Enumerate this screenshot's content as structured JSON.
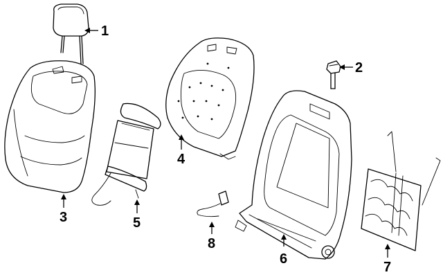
{
  "diagram": {
    "colors": {
      "line": "#000000",
      "background": "#ffffff"
    },
    "callouts": [
      {
        "id": "headrest",
        "number": "1"
      },
      {
        "id": "bolt",
        "number": "2"
      },
      {
        "id": "seat-back-cover",
        "number": "3"
      },
      {
        "id": "seat-back-pad",
        "number": "4"
      },
      {
        "id": "heater-element",
        "number": "5"
      },
      {
        "id": "seat-back-frame",
        "number": "6"
      },
      {
        "id": "lumbar-support",
        "number": "7"
      },
      {
        "id": "wire-harness",
        "number": "8"
      }
    ]
  }
}
